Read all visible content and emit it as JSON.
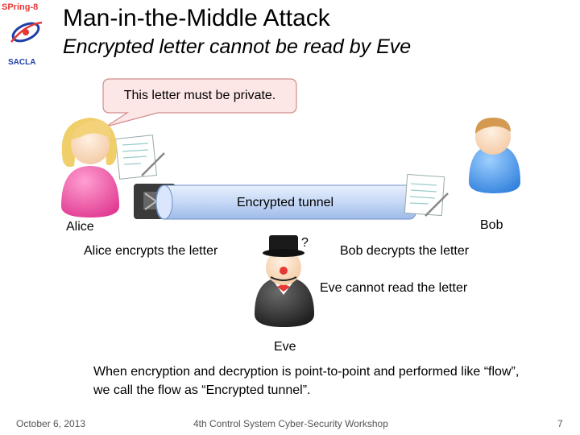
{
  "logo": {
    "top_text": "SPring-8",
    "bottom_text": "SACLA"
  },
  "title": "Man-in-the-Middle Attack",
  "subtitle": "Encrypted letter cannot be read by Eve",
  "speech_bubble": "This letter must be private.",
  "tunnel_label": "Encrypted tunnel",
  "alice": {
    "name": "Alice",
    "action": "Alice encrypts the letter"
  },
  "bob": {
    "name": "Bob",
    "action": "Bob decrypts the letter"
  },
  "eve": {
    "name": "Eve",
    "question": "?",
    "status": "Eve cannot read the letter"
  },
  "caption": "When encryption and decryption is point-to-point and performed like “flow”, we call the flow as “Encrypted tunnel”.",
  "footer": {
    "date": "October 6, 2013",
    "event": "4th Control System Cyber-Security Workshop",
    "page": "7"
  },
  "colors": {
    "tunnel": "#c8d9f5",
    "bubble": "#fde6e6",
    "bubble_border": "#d28c8c",
    "alice_body": "#f04fa8",
    "bob_body": "#3d8ee6",
    "eve_body": "#2a2a2a",
    "hair": "#f0cf6a",
    "logo_red": "#e53935",
    "logo_blue": "#1f3fa6"
  }
}
